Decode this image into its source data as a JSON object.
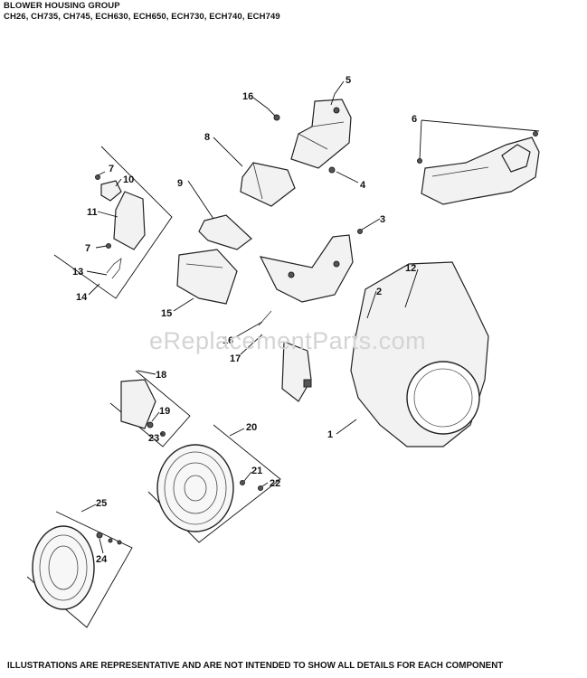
{
  "header": {
    "title": "BLOWER HOUSING GROUP",
    "models": "CH26, CH735, CH745, ECH630,  ECH650,  ECH730, ECH740, ECH749"
  },
  "watermark": "eReplacementParts.com",
  "footer": "ILLUSTRATIONS ARE REPRESENTATIVE AND ARE NOT INTENDED TO SHOW ALL DETAILS FOR EACH COMPONENT",
  "callouts": {
    "c1": "1",
    "c2": "2",
    "c3": "3",
    "c4": "4",
    "c5": "5",
    "c6": "6",
    "c7a": "7",
    "c7b": "7",
    "c8": "8",
    "c9": "9",
    "c10": "10",
    "c11": "11",
    "c12": "12",
    "c13": "13",
    "c14": "14",
    "c15": "15",
    "c16": "16",
    "c17": "17",
    "c18": "18",
    "c19": "19",
    "c20": "20",
    "c21": "21",
    "c22": "22",
    "c23": "23",
    "c24": "24",
    "c25": "25",
    "c26": "16"
  }
}
